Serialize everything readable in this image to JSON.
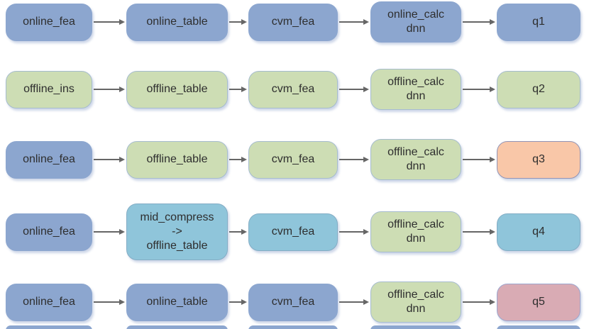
{
  "diagram": {
    "description": "Five-row pipeline flowchart, each row a chain of rounded process nodes connected by right-pointing arrows",
    "colors": {
      "blue_fill": "#8CA6CF",
      "blue_border": "#8CA6CF",
      "green_fill": "#CDDDB4",
      "green_border": "#A6BCCF",
      "teal_fill": "#8FC5DA",
      "teal_border": "#84ADC5",
      "peach_fill": "#F9C7A8",
      "peach_border": "#9294B5",
      "pink_fill": "#D9ABB4",
      "pink_border": "#9CA5CE",
      "arrow": "#666666",
      "text": "#2E2E2E",
      "background": "#FFFFFF"
    },
    "rows": [
      {
        "id": "row-1",
        "nodes": [
          {
            "label": "online_fea",
            "color": "blue"
          },
          {
            "label": "online_table",
            "color": "blue"
          },
          {
            "label": "cvm_fea",
            "color": "blue"
          },
          {
            "label": "online_calc\ndnn",
            "color": "blue"
          },
          {
            "label": "q1",
            "color": "blue"
          }
        ]
      },
      {
        "id": "row-2",
        "nodes": [
          {
            "label": "offline_ins",
            "color": "green"
          },
          {
            "label": "offline_table",
            "color": "green"
          },
          {
            "label": "cvm_fea",
            "color": "green"
          },
          {
            "label": "offline_calc\ndnn",
            "color": "green"
          },
          {
            "label": "q2",
            "color": "green"
          }
        ]
      },
      {
        "id": "row-3",
        "nodes": [
          {
            "label": "online_fea",
            "color": "blue"
          },
          {
            "label": "offline_table",
            "color": "green"
          },
          {
            "label": "cvm_fea",
            "color": "green"
          },
          {
            "label": "offline_calc\ndnn",
            "color": "green"
          },
          {
            "label": "q3",
            "color": "peach"
          }
        ]
      },
      {
        "id": "row-4",
        "nodes": [
          {
            "label": "online_fea",
            "color": "blue"
          },
          {
            "label": "mid_compress\n->\noffline_table",
            "color": "teal"
          },
          {
            "label": "cvm_fea",
            "color": "teal"
          },
          {
            "label": "offline_calc\ndnn",
            "color": "green"
          },
          {
            "label": "q4",
            "color": "teal"
          }
        ]
      },
      {
        "id": "row-5",
        "nodes": [
          {
            "label": "online_fea",
            "color": "blue"
          },
          {
            "label": "online_table",
            "color": "blue"
          },
          {
            "label": "cvm_fea",
            "color": "blue"
          },
          {
            "label": "offline_calc\ndnn",
            "color": "green"
          },
          {
            "label": "q5",
            "color": "pink"
          }
        ]
      }
    ],
    "cropped_bottom_row": {
      "present": true,
      "color": "blue",
      "note": "tops of a sixth row of blue nodes are clipped at the bottom edge"
    }
  }
}
